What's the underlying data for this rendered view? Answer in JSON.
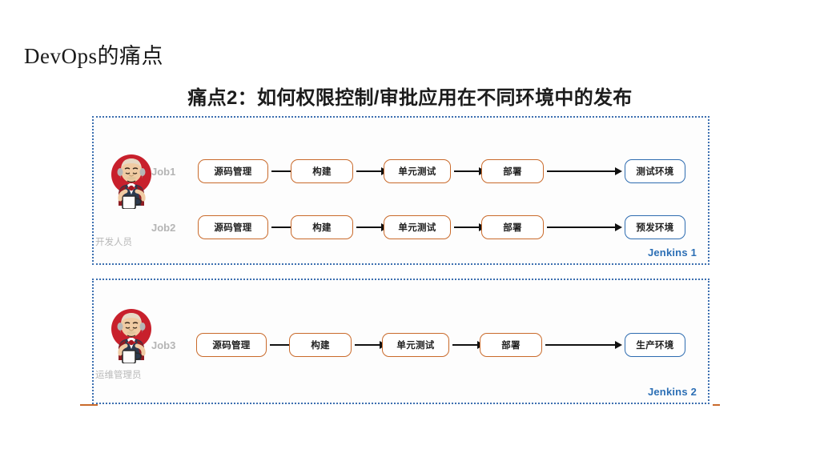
{
  "slide": {
    "title": "DevOps的痛点",
    "figure_heading": "痛点2：如何权限控制/审批应用在不同环境中的发布"
  },
  "colors": {
    "stage_border": "#c96a2b",
    "env_border": "#2e6cb0",
    "panel_border": "#3c6fb0",
    "panel_tag": "#2c6fb5",
    "label_gray": "#b5b5b5",
    "arrow": "#111111"
  },
  "panels": [
    {
      "id": "jenkins-1",
      "tag": "Jenkins 1",
      "actor": {
        "label": "开发人员",
        "icon": "jenkins-butler-icon"
      },
      "rows": [
        {
          "job": "Job1",
          "stages": [
            "源码管理",
            "构建",
            "单元测试",
            "部署"
          ],
          "environment": "测试环境"
        },
        {
          "job": "Job2",
          "stages": [
            "源码管理",
            "构建",
            "单元测试",
            "部署"
          ],
          "environment": "预发环境"
        }
      ]
    },
    {
      "id": "jenkins-2",
      "tag": "Jenkins 2",
      "actor": {
        "label": "运维管理员",
        "icon": "jenkins-butler-icon"
      },
      "rows": [
        {
          "job": "Job3",
          "stages": [
            "源码管理",
            "构建",
            "单元测试",
            "部署"
          ],
          "environment": "生产环境"
        }
      ]
    }
  ]
}
